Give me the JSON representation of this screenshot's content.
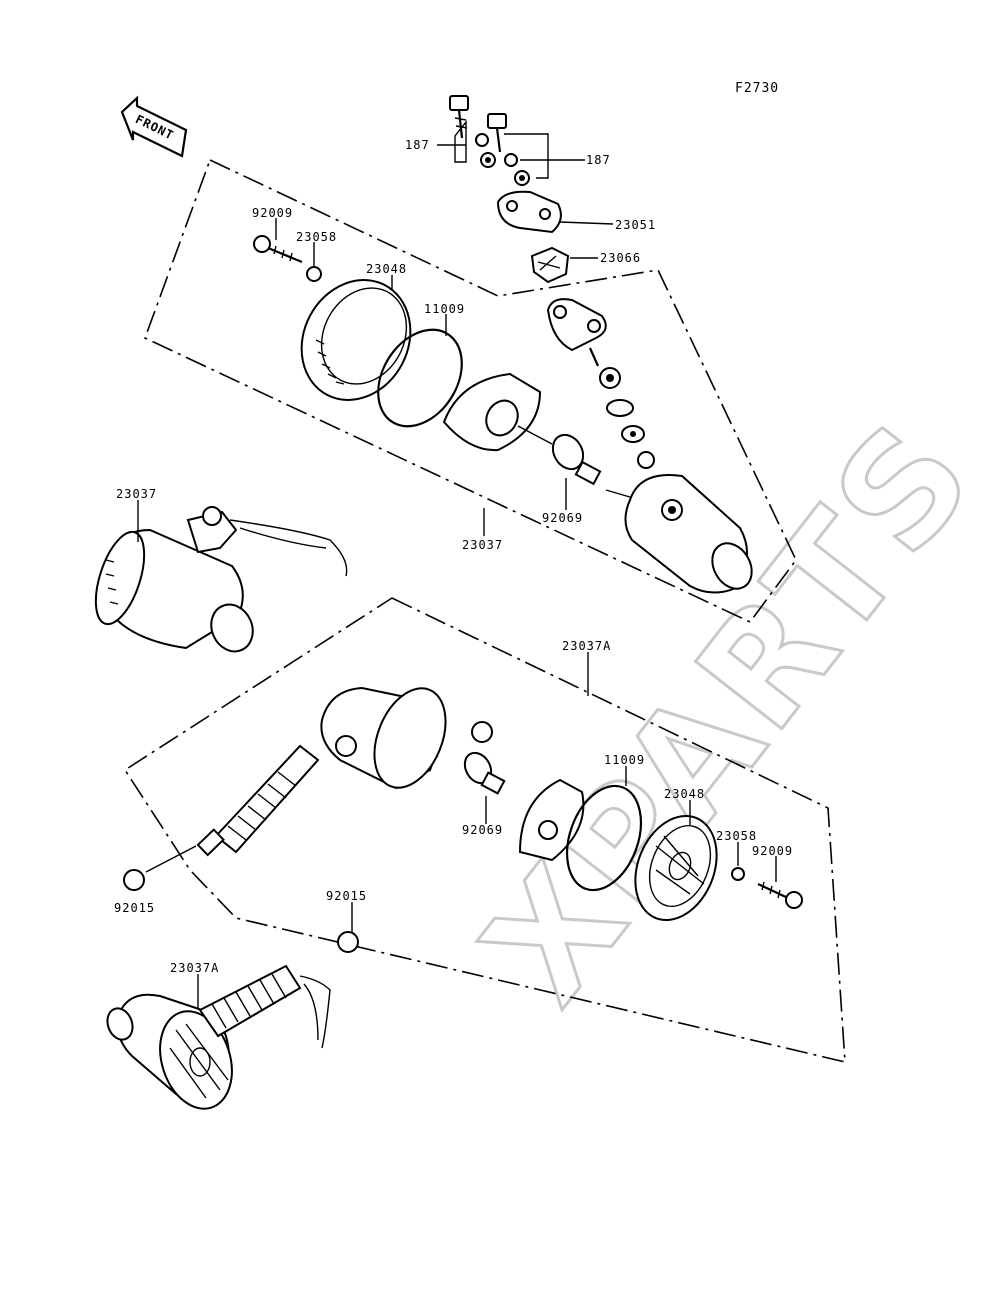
{
  "figure_code": "F2730",
  "front_label": "FRONT",
  "watermark": "XPARTS",
  "labels": {
    "l187a": "187",
    "l187b": "187",
    "l23051": "23051",
    "l23066": "23066",
    "l92009a": "92009",
    "l23058a": "23058",
    "l23048a": "23048",
    "l11009a": "11009",
    "l92069a": "92069",
    "l23037a": "23037",
    "l23037b": "23037",
    "l23037Aa": "23037A",
    "l11009b": "11009",
    "l23048b": "23048",
    "l23058b": "23058",
    "l92009b": "92009",
    "l92069b": "92069",
    "l92015a": "92015",
    "l92015b": "92015",
    "l23037Ab": "23037A"
  }
}
